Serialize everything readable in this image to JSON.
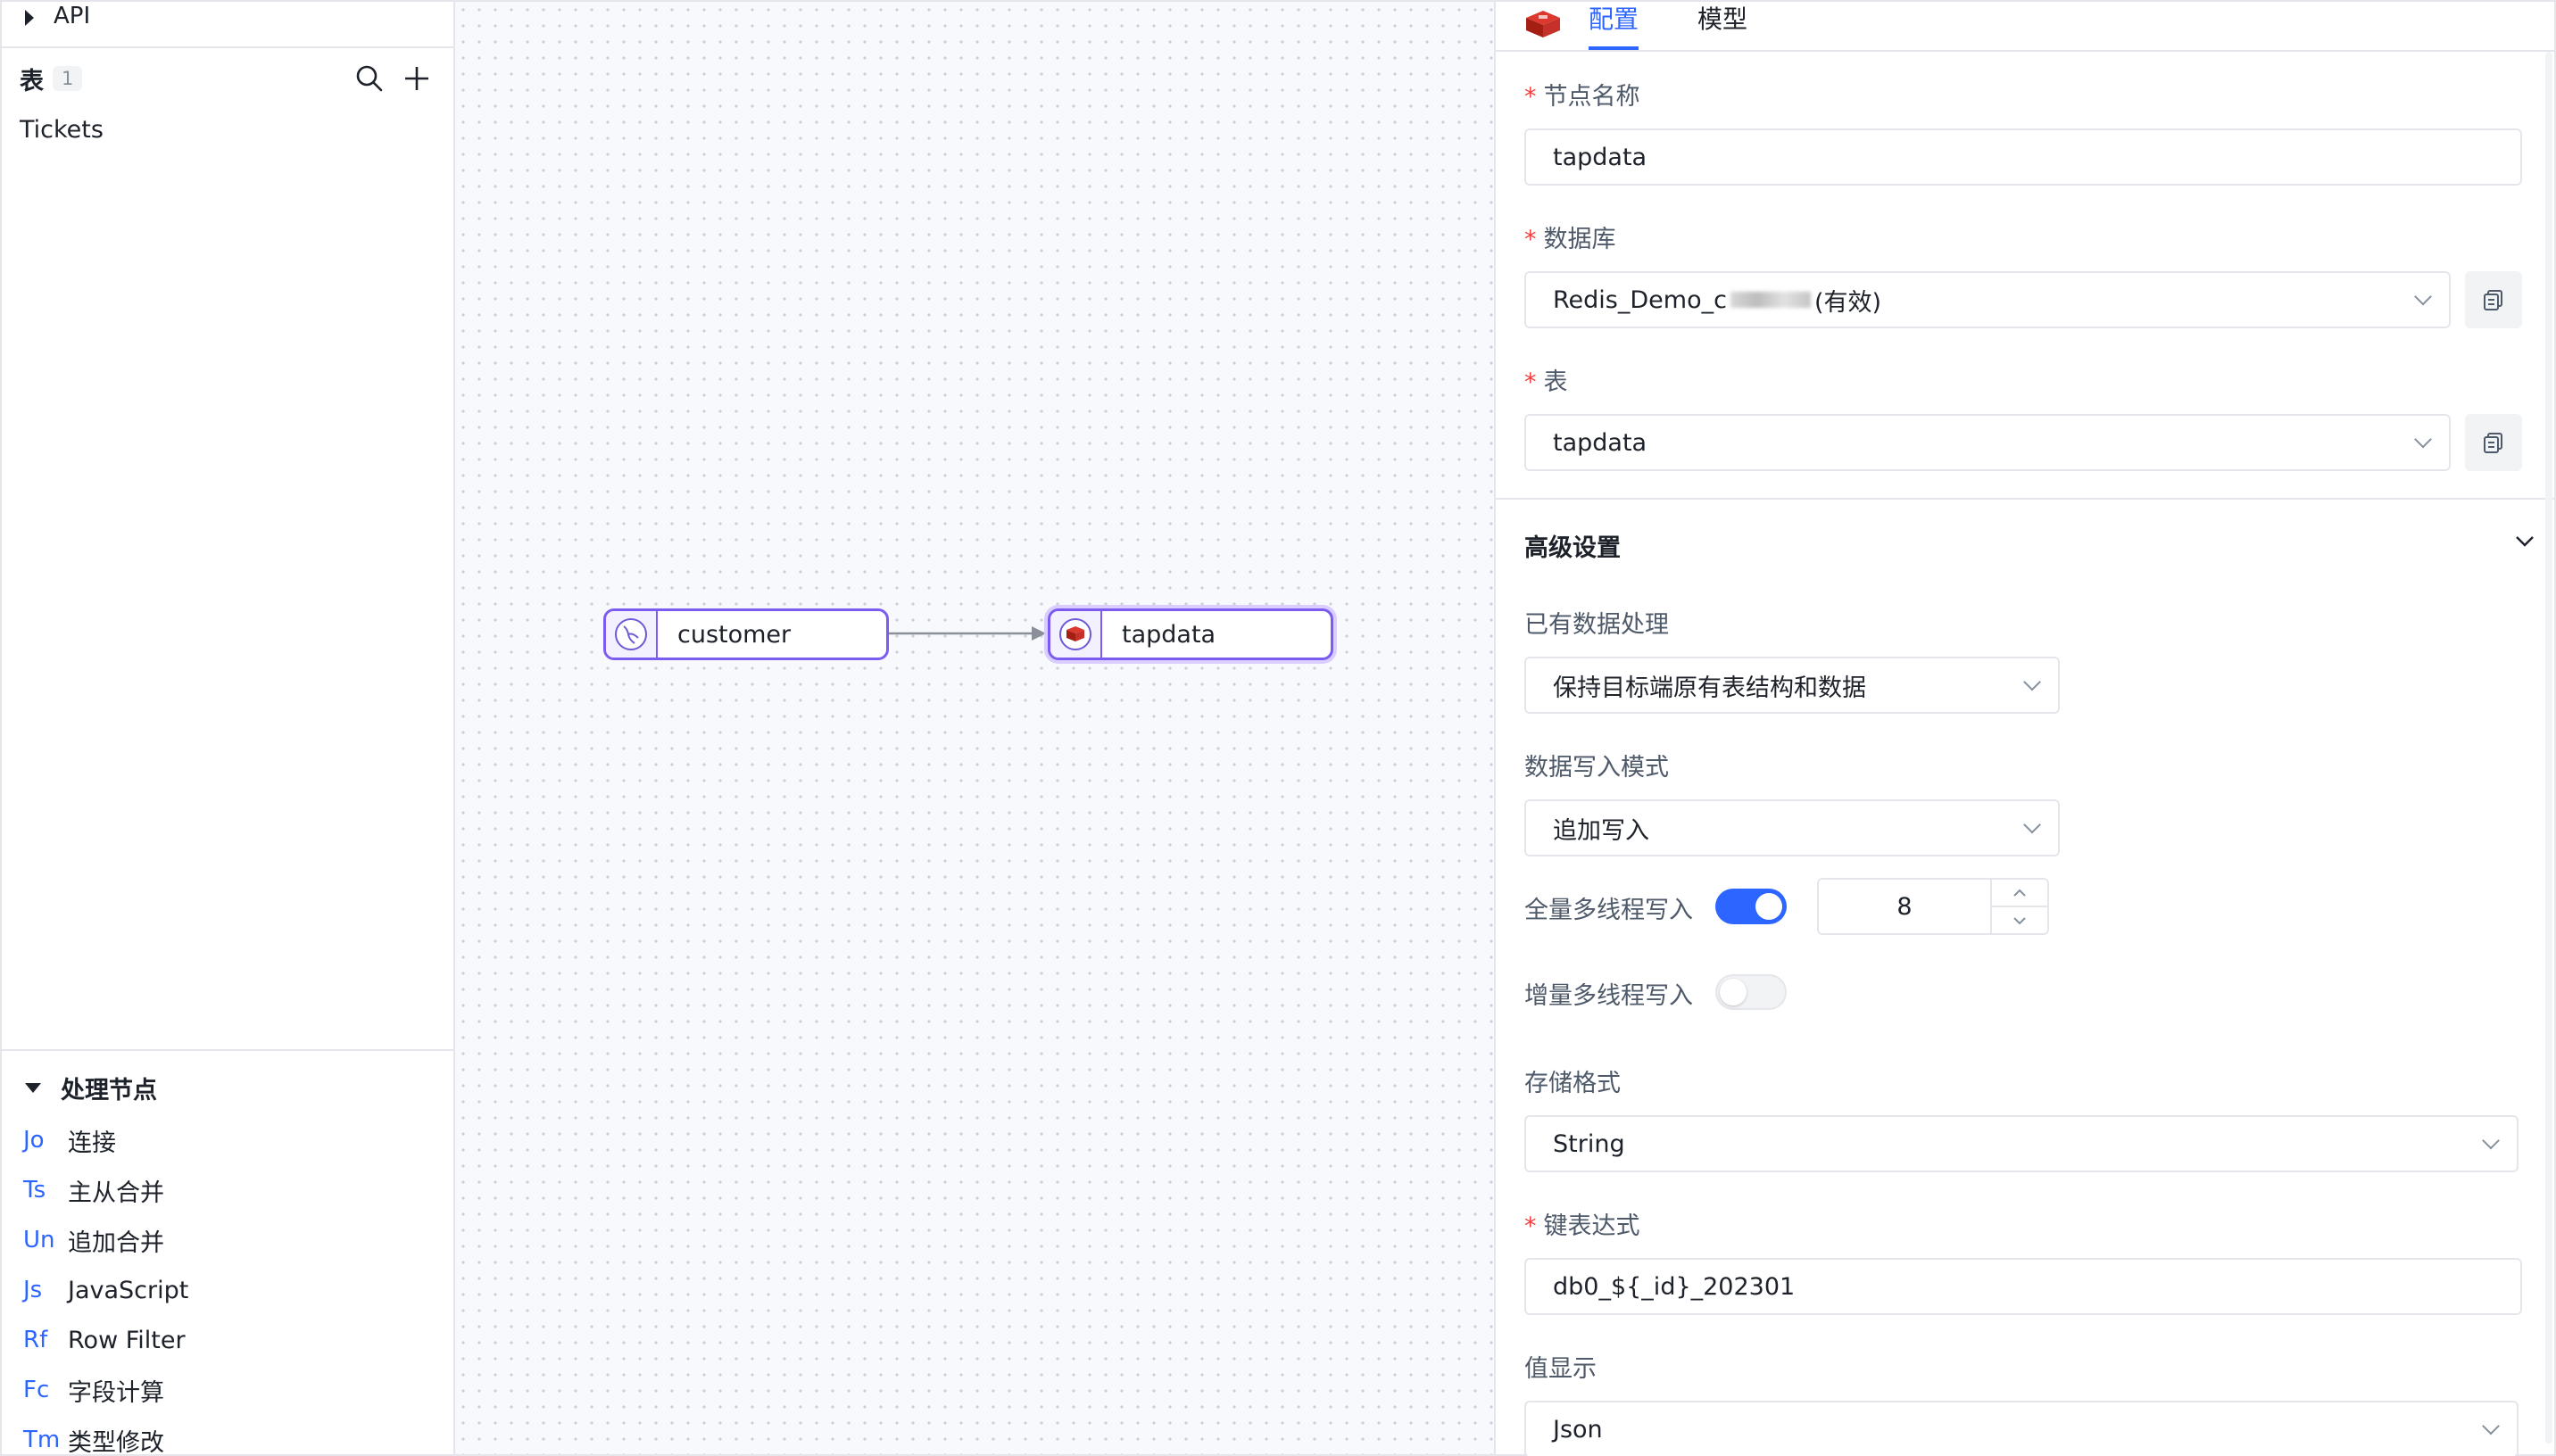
{
  "sidebar": {
    "api_label": "API",
    "table_section": {
      "title": "表",
      "count": "1"
    },
    "tables": [
      "Tickets"
    ],
    "processing": {
      "title": "处理节点",
      "items": [
        {
          "abbr": "Jo",
          "label": "连接"
        },
        {
          "abbr": "Ts",
          "label": "主从合并"
        },
        {
          "abbr": "Un",
          "label": "追加合并"
        },
        {
          "abbr": "Js",
          "label": "JavaScript"
        },
        {
          "abbr": "Rf",
          "label": "Row Filter"
        },
        {
          "abbr": "Fc",
          "label": "字段计算"
        },
        {
          "abbr": "Tm",
          "label": "类型修改"
        }
      ]
    }
  },
  "canvas": {
    "source_node": {
      "name": "customer",
      "icon": "mysql-dolphin-icon"
    },
    "target_node": {
      "name": "tapdata",
      "icon": "redis-icon"
    }
  },
  "panel": {
    "tabs": [
      {
        "label": "配置",
        "active": true
      },
      {
        "label": "模型",
        "active": false
      }
    ],
    "node_name": {
      "label": "节点名称",
      "value": "tapdata"
    },
    "database": {
      "label": "数据库",
      "prefix": "Redis_Demo_c",
      "suffix": "(有效)"
    },
    "table": {
      "label": "表",
      "value": "tapdata"
    },
    "advanced": {
      "title": "高级设置",
      "existing_data": {
        "label": "已有数据处理",
        "value": "保持目标端原有表结构和数据"
      },
      "write_mode": {
        "label": "数据写入模式",
        "value": "追加写入"
      },
      "full_multithread": {
        "label": "全量多线程写入",
        "enabled": true,
        "threads": "8"
      },
      "incr_multithread": {
        "label": "增量多线程写入",
        "enabled": false
      },
      "storage_format": {
        "label": "存储格式",
        "value": "String"
      },
      "key_expression": {
        "label": "键表达式",
        "value": "db0_${_id}_202301"
      },
      "value_display": {
        "label": "值显示",
        "value": "Json"
      }
    }
  },
  "colors": {
    "accent": "#2c65ff",
    "node_border": "#7c5cf0",
    "required": "#f53f3f"
  }
}
